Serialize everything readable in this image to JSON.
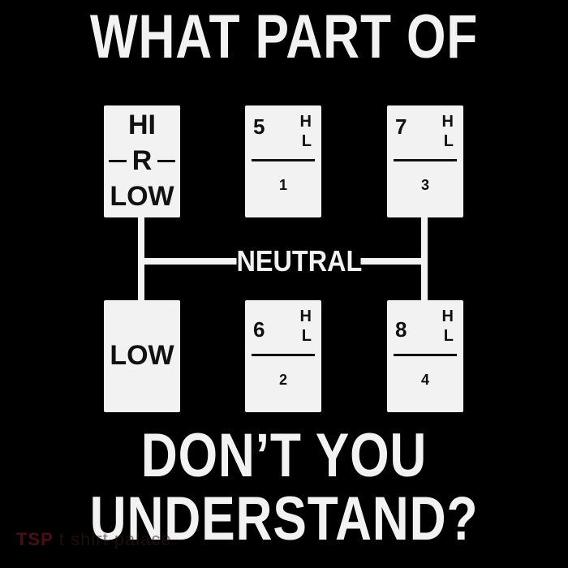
{
  "headline_top": "WHAT PART OF",
  "headline_bottom_1": "DON’T YOU",
  "headline_bottom_2": "UNDERSTAND?",
  "neutral": "NEUTRAL",
  "gates": {
    "top_left": {
      "line1": "HI",
      "line2": "R",
      "line3": "LOW"
    },
    "top_mid": {
      "num": "5",
      "h": "H",
      "l": "L",
      "sub": "1"
    },
    "top_right": {
      "num": "7",
      "h": "H",
      "l": "L",
      "sub": "3"
    },
    "bottom_left": {
      "label": "LOW"
    },
    "bottom_mid": {
      "num": "6",
      "h": "H",
      "l": "L",
      "sub": "2"
    },
    "bottom_right": {
      "num": "8",
      "h": "H",
      "l": "L",
      "sub": "4"
    }
  },
  "watermark": {
    "logo": "TSP",
    "text": "t shirt palace"
  },
  "colors": {
    "background": "#000000",
    "foreground": "#f2f2f2"
  }
}
